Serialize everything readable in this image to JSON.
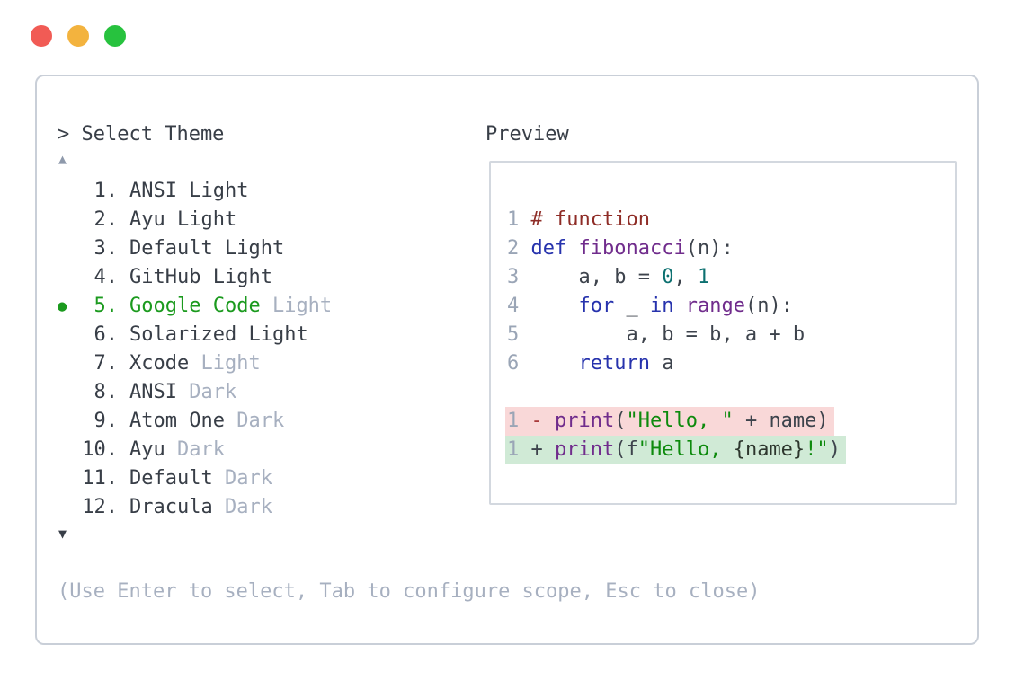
{
  "colors": {
    "window_border": "#c9cfd8",
    "preview_border": "#d3d8df",
    "text_dark": "#383e47",
    "code_text": "#3d434c",
    "muted": "#a7b0c0",
    "line_number": "#9aa5b6",
    "scroll_up": "#8e99ab",
    "accent_green": "#1b9a1e",
    "string_green": "#0d8a0d",
    "keyword_blue": "#2733ad",
    "function_purple": "#702c8c",
    "comment_red": "#8e2c26",
    "number_teal": "#0c7070",
    "diff_minus": "#a83a3a",
    "interp_dark": "#2d362d",
    "del_bg": "#f9d8d8",
    "add_bg": "#d0ead6"
  },
  "traffic_lights": [
    {
      "name": "close",
      "color": "#f15b55"
    },
    {
      "name": "minimize",
      "color": "#f3b33e"
    },
    {
      "name": "zoom",
      "color": "#27c23e"
    }
  ],
  "theme_picker": {
    "prompt": "> Select Theme",
    "scroll_up_icon": "▲",
    "scroll_down_icon": "▼",
    "selected_bullet_icon": "●",
    "items": [
      {
        "number": "1",
        "name": "ANSI",
        "variant": "Light",
        "variant_muted": false,
        "selected": false
      },
      {
        "number": "2",
        "name": "Ayu",
        "variant": "Light",
        "variant_muted": false,
        "selected": false
      },
      {
        "number": "3",
        "name": "Default",
        "variant": "Light",
        "variant_muted": false,
        "selected": false
      },
      {
        "number": "4",
        "name": "GitHub",
        "variant": "Light",
        "variant_muted": false,
        "selected": false
      },
      {
        "number": "5",
        "name": "Google Code",
        "variant": "Light",
        "variant_muted": true,
        "selected": true
      },
      {
        "number": "6",
        "name": "Solarized",
        "variant": "Light",
        "variant_muted": false,
        "selected": false
      },
      {
        "number": "7",
        "name": "Xcode",
        "variant": "Light",
        "variant_muted": true,
        "selected": false
      },
      {
        "number": "8",
        "name": "ANSI",
        "variant": "Dark",
        "variant_muted": true,
        "selected": false
      },
      {
        "number": "9",
        "name": "Atom One",
        "variant": "Dark",
        "variant_muted": true,
        "selected": false
      },
      {
        "number": "10",
        "name": "Ayu",
        "variant": "Dark",
        "variant_muted": true,
        "selected": false
      },
      {
        "number": "11",
        "name": "Default",
        "variant": "Dark",
        "variant_muted": true,
        "selected": false
      },
      {
        "number": "12",
        "name": "Dracula",
        "variant": "Dark",
        "variant_muted": true,
        "selected": false
      }
    ],
    "help_text": "(Use Enter to select, Tab to configure scope, Esc to close)"
  },
  "preview": {
    "title": "Preview",
    "lines": [
      {
        "num": "1",
        "diff": null,
        "segments": [
          {
            "t": "# function",
            "c": "comment"
          }
        ]
      },
      {
        "num": "2",
        "diff": null,
        "segments": [
          {
            "t": "def",
            "c": "kw"
          },
          {
            "t": " ",
            "c": "p"
          },
          {
            "t": "fibonacci",
            "c": "fn"
          },
          {
            "t": "(n):",
            "c": "p"
          }
        ]
      },
      {
        "num": "3",
        "diff": null,
        "segments": [
          {
            "t": "    a, b = ",
            "c": "p"
          },
          {
            "t": "0",
            "c": "num"
          },
          {
            "t": ", ",
            "c": "p"
          },
          {
            "t": "1",
            "c": "num"
          }
        ]
      },
      {
        "num": "4",
        "diff": null,
        "segments": [
          {
            "t": "    ",
            "c": "p"
          },
          {
            "t": "for",
            "c": "kw"
          },
          {
            "t": " _ ",
            "c": "p"
          },
          {
            "t": "in",
            "c": "kw"
          },
          {
            "t": " ",
            "c": "p"
          },
          {
            "t": "range",
            "c": "fn"
          },
          {
            "t": "(n):",
            "c": "p"
          }
        ]
      },
      {
        "num": "5",
        "diff": null,
        "segments": [
          {
            "t": "        a, b = b, a + b",
            "c": "p"
          }
        ]
      },
      {
        "num": "6",
        "diff": null,
        "segments": [
          {
            "t": "    ",
            "c": "p"
          },
          {
            "t": "return",
            "c": "kw"
          },
          {
            "t": " a",
            "c": "p"
          }
        ]
      },
      {
        "num": "",
        "diff": null,
        "segments": []
      },
      {
        "num": "1",
        "diff": "del",
        "segments": [
          {
            "t": "-",
            "c": "minus"
          },
          {
            "t": " ",
            "c": "p"
          },
          {
            "t": "print",
            "c": "fn"
          },
          {
            "t": "(",
            "c": "p"
          },
          {
            "t": "\"Hello, \"",
            "c": "str"
          },
          {
            "t": " + name)",
            "c": "p"
          }
        ]
      },
      {
        "num": "1",
        "diff": "add",
        "segments": [
          {
            "t": "+",
            "c": "plus"
          },
          {
            "t": " ",
            "c": "p"
          },
          {
            "t": "print",
            "c": "fn"
          },
          {
            "t": "(f",
            "c": "p"
          },
          {
            "t": "\"Hello, ",
            "c": "str"
          },
          {
            "t": "{name}",
            "c": "interp"
          },
          {
            "t": "!\"",
            "c": "str"
          },
          {
            "t": ")",
            "c": "p"
          }
        ]
      }
    ]
  }
}
